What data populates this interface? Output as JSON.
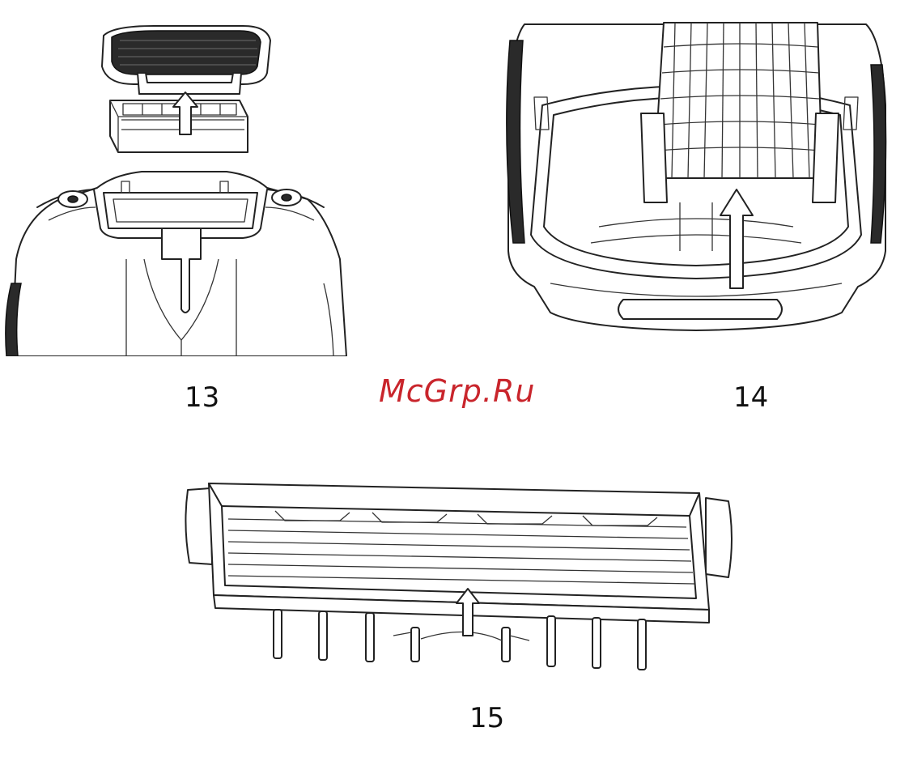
{
  "watermark": "McGrp.Ru",
  "figures": [
    {
      "id": "fig-13",
      "number": "13"
    },
    {
      "id": "fig-14",
      "number": "14"
    },
    {
      "id": "fig-15",
      "number": "15"
    }
  ],
  "colors": {
    "watermark": "#c9252c",
    "line": "#222222",
    "background": "#ffffff"
  }
}
